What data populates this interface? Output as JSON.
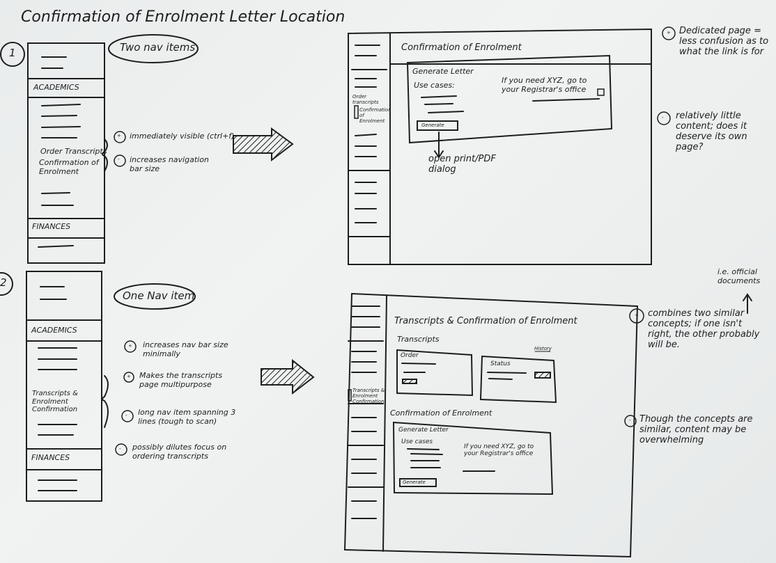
{
  "title": "Confirmation of Enrolment Letter Location",
  "option1": {
    "number": "1",
    "label": "Two nav items",
    "sidebar": {
      "academics": "ACADEMICS",
      "item1": "Order Transcripts",
      "item2": "Confirmation of Enrolment",
      "finances": "FINANCES"
    },
    "pros_cons": [
      {
        "sign": "+",
        "text": "immediately visible (ctrl+f)"
      },
      {
        "sign": "-",
        "text": "increases navigation bar size"
      }
    ],
    "wireframe": {
      "nav_items": [
        "Order transcripts",
        "Confirmation of Enrolment"
      ],
      "page_title": "Confirmation of Enrolment",
      "card_title": "Generate Letter",
      "use_cases": "Use cases:",
      "info": "If you need XYZ, go to your Registrar's office",
      "button": "Generate",
      "arrow_note": "open print/PDF dialog"
    },
    "notes": [
      {
        "sign": "+",
        "text": "Dedicated page = less confusion as to what the link is for"
      },
      {
        "sign": "-",
        "text": "relatively little content; does it deserve its own page?"
      }
    ]
  },
  "option2": {
    "number": "2",
    "label": "One Nav item",
    "sidebar": {
      "academics": "ACADEMICS",
      "item": "Transcripts & Enrolment Confirmation",
      "finances": "FINANCES"
    },
    "pros_cons": [
      {
        "sign": "+",
        "text": "increases nav bar size minimally"
      },
      {
        "sign": "+",
        "text": "Makes the transcripts page multipurpose"
      },
      {
        "sign": "-",
        "text": "long nav item spanning 3 lines (tough to scan)"
      },
      {
        "sign": "-",
        "text": "possibly dilutes focus on ordering transcripts"
      }
    ],
    "wireframe": {
      "nav_item": "Transcripts & Enrolment Confirmation",
      "page_title": "Transcripts & Confirmation of Enrolment",
      "section1": "Transcripts",
      "order_card": "Order",
      "status_card": "Status",
      "history_link": "History",
      "section2": "Confirmation of Enrolment",
      "card_title": "Generate Letter",
      "use_cases": "Use cases",
      "info": "If you need XYZ, go to your Registrar's office",
      "button": "Generate"
    },
    "side_note": "i.e. official documents",
    "notes": [
      {
        "sign": "+",
        "text": "combines two similar concepts; if one isn't right, the other probably will be."
      },
      {
        "sign": "-",
        "text": "Though the concepts are similar, content may be overwhelming"
      }
    ]
  }
}
